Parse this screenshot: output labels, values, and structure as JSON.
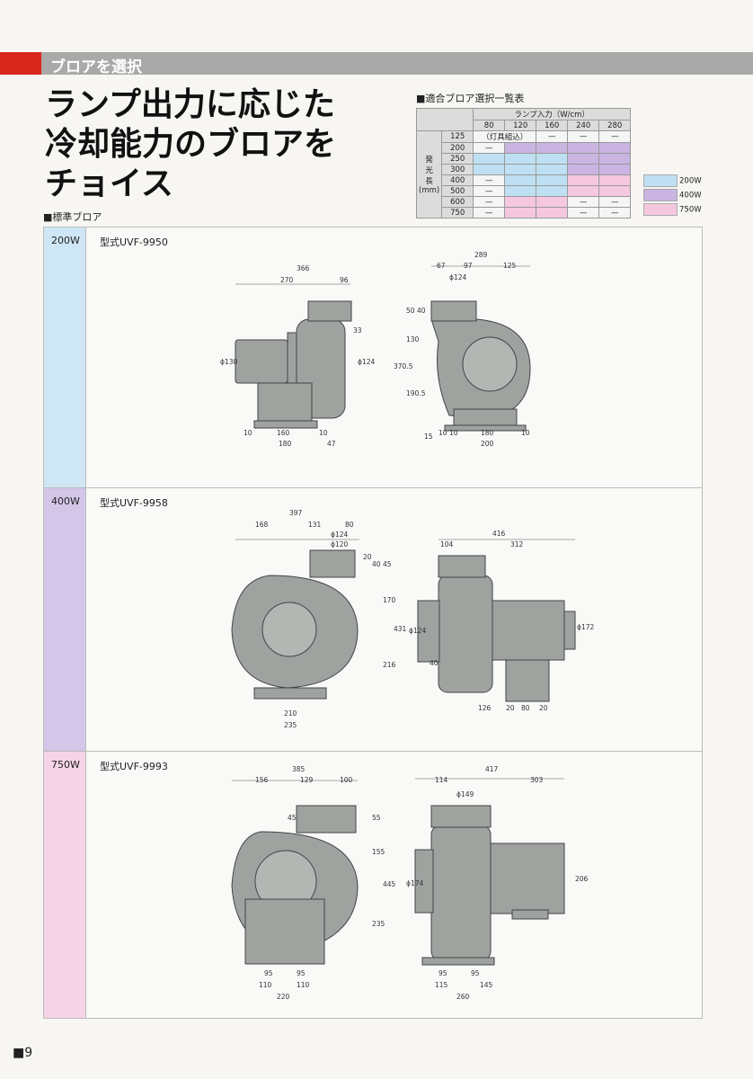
{
  "header": {
    "section_label": "ブロアを選択"
  },
  "title_lines": [
    "ランプ出力に応じた",
    "冷却能力のブロアを",
    "チョイス"
  ],
  "table": {
    "title": "■適合ブロア選択一覧表",
    "top_header": "ランプ入力（W/cm）",
    "cols": [
      "80",
      "120",
      "160",
      "240",
      "280"
    ],
    "side_label": [
      "発",
      "光",
      "長",
      "(mm)"
    ],
    "note": "（灯具組込）",
    "dash": "—",
    "rows": [
      {
        "len": "125",
        "cells": [
          "note",
          "note",
          "",
          "—",
          "—"
        ]
      },
      {
        "len": "200",
        "cells": [
          "—",
          "p",
          "p",
          "p",
          "p"
        ]
      },
      {
        "len": "250",
        "cells": [
          "b",
          "b",
          "b",
          "p",
          "p"
        ]
      },
      {
        "len": "300",
        "cells": [
          "b",
          "b",
          "b",
          "p",
          "p"
        ]
      },
      {
        "len": "400",
        "cells": [
          "—",
          "b",
          "b",
          "k",
          "k"
        ]
      },
      {
        "len": "500",
        "cells": [
          "—",
          "b",
          "b",
          "k",
          "k"
        ]
      },
      {
        "len": "600",
        "cells": [
          "—",
          "k",
          "k",
          "—",
          "—"
        ]
      },
      {
        "len": "750",
        "cells": [
          "—",
          "k",
          "k",
          "—",
          "—"
        ]
      }
    ]
  },
  "legend": [
    {
      "label": "200W",
      "color": "#bfe0f2"
    },
    {
      "label": "400W",
      "color": "#c9b4e2"
    },
    {
      "label": "750W",
      "color": "#f6c8e0"
    }
  ],
  "standard_label": "■標準ブロア",
  "sections": [
    {
      "watt": "200W",
      "model": "型式UVF-9950",
      "color": "#cfe7f5"
    },
    {
      "watt": "400W",
      "model": "型式UVF-9958",
      "color": "#d4c6e8"
    },
    {
      "watt": "750W",
      "model": "型式UVF-9993",
      "color": "#f6d3e6"
    }
  ],
  "dims": {
    "s1": {
      "a": "366",
      "b": "270",
      "c": "96",
      "d": "33",
      "e": "ϕ130",
      "f": "ϕ124",
      "g": "10",
      "h": "160",
      "i": "10",
      "j": "180",
      "k": "47",
      "r_top": "289",
      "r1": "67",
      "r2": "97",
      "r3": "125",
      "r_phi": "ϕ124",
      "r_v1": "50",
      "r_v2": "40",
      "r_v3": "130",
      "r_v4": "370.5",
      "r_v5": "190.5",
      "r_v6": "15",
      "r_b1": "10",
      "r_b2": "10",
      "r_b3": "180",
      "r_b4": "10",
      "r_b5": "200"
    },
    "s2": {
      "a": "397",
      "b": "168",
      "c": "131",
      "d": "80",
      "e": "ϕ124",
      "f": "ϕ120",
      "g": "20",
      "h": "40",
      "i": "45",
      "j": "170",
      "k": "431",
      "l": "216",
      "m": "210",
      "n": "235",
      "r_top": "416",
      "r1": "104",
      "r2": "312",
      "r_phi1": "ϕ124",
      "r_phi2": "ϕ172",
      "r_v": "40",
      "r_b1": "126",
      "r_b2": "20",
      "r_b3": "80",
      "r_b4": "20"
    },
    "s3": {
      "a": "385",
      "b": "156",
      "c": "129",
      "d": "100",
      "e": "45",
      "f": "55",
      "g": "155",
      "h": "445",
      "i": "235",
      "j": "95",
      "k": "95",
      "l": "110",
      "m": "110",
      "n": "220",
      "r_top": "417",
      "r1": "114",
      "r2": "303",
      "r_phi1": "ϕ149",
      "r_phi2": "ϕ174",
      "r_v": "206",
      "r_b1": "95",
      "r_b2": "95",
      "r_b3": "115",
      "r_b4": "145",
      "r_b5": "260"
    }
  },
  "page_number": "9"
}
